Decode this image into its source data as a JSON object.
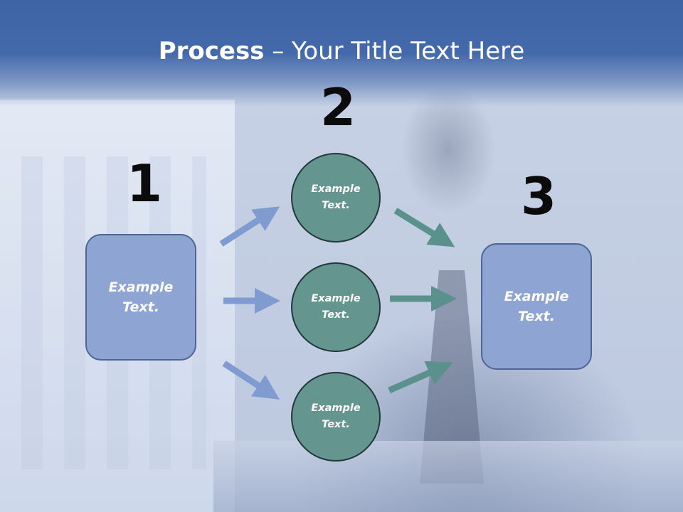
{
  "title": {
    "bold": "Process",
    "rest": " – Your Title Text Here"
  },
  "steps": [
    {
      "number": "1"
    },
    {
      "number": "2"
    },
    {
      "number": "3"
    }
  ],
  "input_box": {
    "text": "Example\nText."
  },
  "circles": [
    {
      "text": "Example\nText."
    },
    {
      "text": "Example\nText."
    },
    {
      "text": "Example\nText."
    }
  ],
  "output_box": {
    "text": "Example\nText."
  },
  "colors": {
    "title_bar": "#4469aa",
    "box_fill": "#8ea4d2",
    "circle_fill": "#64958f",
    "arrow_blue": "#7f9bd0",
    "arrow_teal": "#5b918c"
  }
}
